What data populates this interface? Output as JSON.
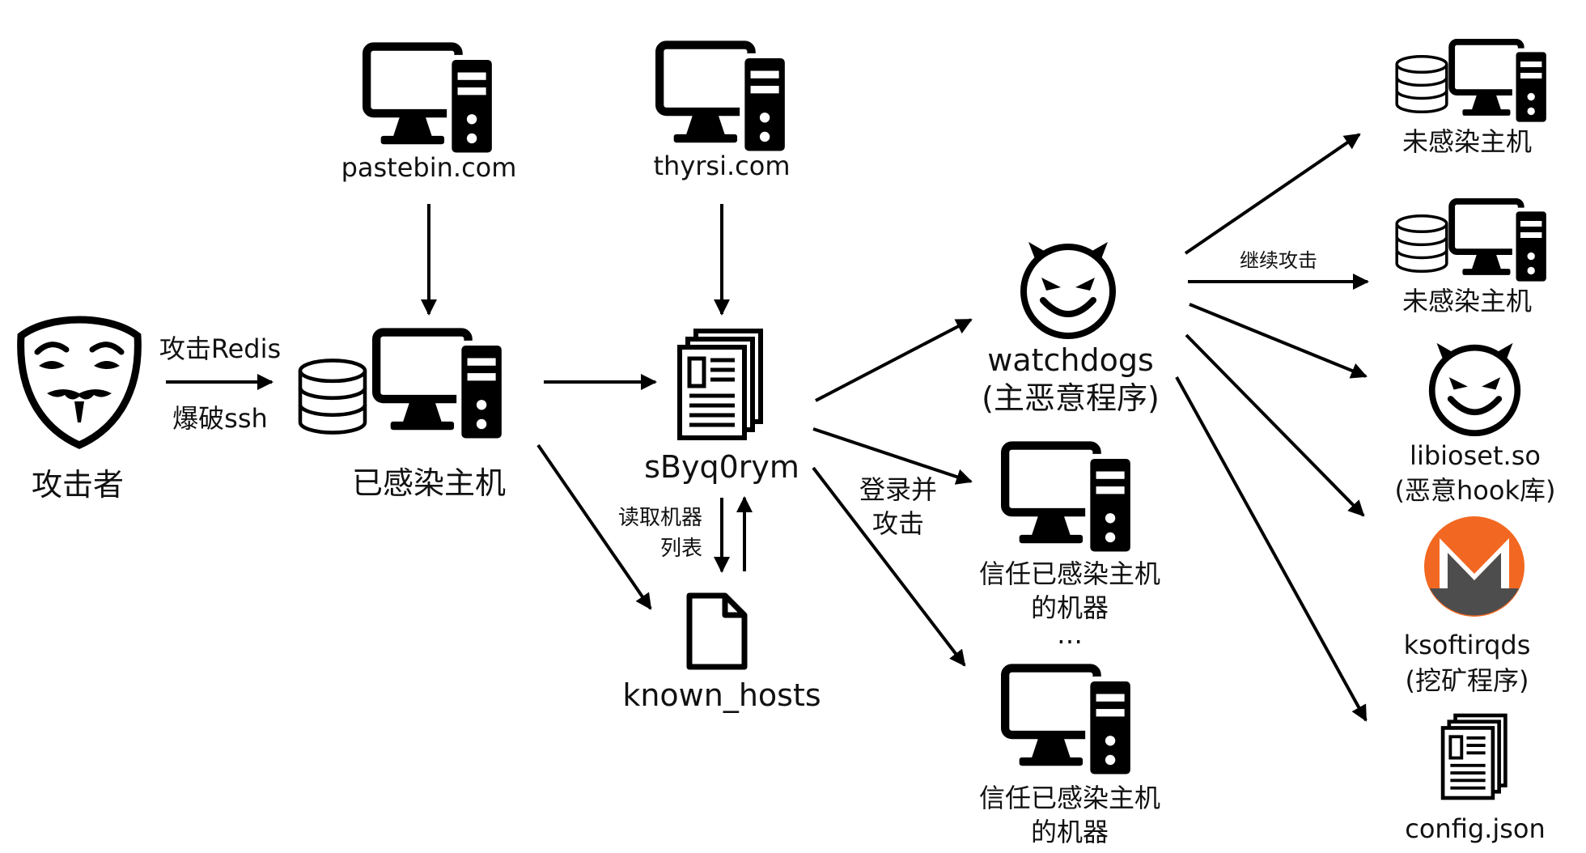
{
  "nodes": {
    "attacker": "攻击者",
    "infected_host": "已感染主机",
    "pastebin": "pastebin.com",
    "thyrsi": "thyrsi.com",
    "sbyq": "sByq0rym",
    "known_hosts": "known_hosts",
    "watchdogs_line1": "watchdogs",
    "watchdogs_line2": "(主恶意程序)",
    "trusted1_line1": "信任已感染主机",
    "trusted1_line2": "的机器",
    "ellipsis": "…",
    "trusted2_line1": "信任已感染主机",
    "trusted2_line2": "的机器",
    "uninfected1": "未感染主机",
    "uninfected2": "未感染主机",
    "libioset_line1": "libioset.so",
    "libioset_line2": "(恶意hook库)",
    "ksoftirqds_line1": "ksoftirqds",
    "ksoftirqds_line2": "(挖矿程序)",
    "config": "config.json"
  },
  "edges": {
    "attack_redis": "攻击Redis",
    "brute_ssh": "爆破ssh",
    "read_list_line1": "读取机器",
    "read_list_line2": "列表",
    "login_line1": "登录并",
    "login_line2": "攻击",
    "continue_attack": "继续攻击"
  },
  "colors": {
    "ink": "#000000",
    "monero_orange": "#f26822",
    "monero_gray": "#4d4d4d"
  },
  "icons": [
    "hacker-mask-icon",
    "database-icon",
    "computer-icon",
    "document-icon",
    "file-icon",
    "devil-face-icon",
    "monero-icon"
  ]
}
